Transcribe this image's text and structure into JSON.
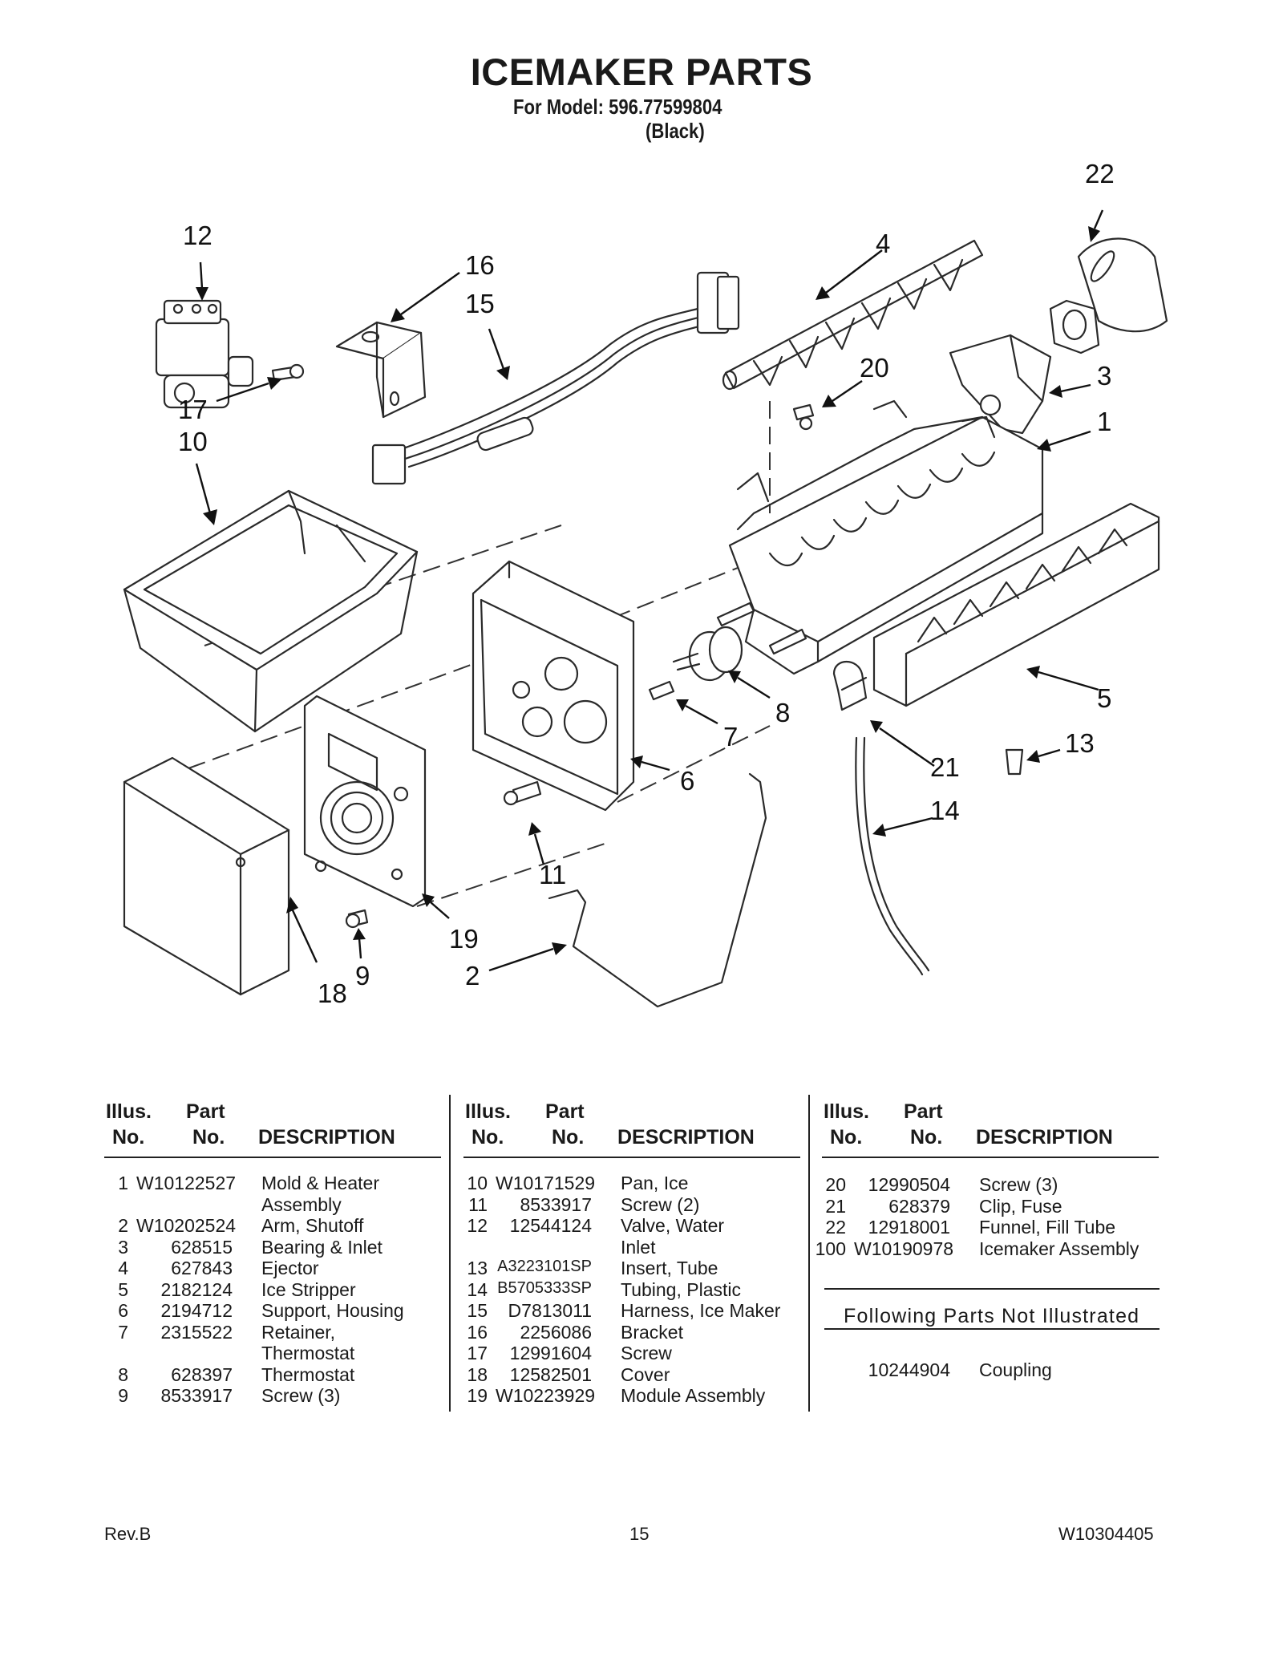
{
  "header": {
    "title": "ICEMAKER PARTS",
    "model": "For Model: 596.77599804",
    "color": "(Black)"
  },
  "callouts": [
    "12",
    "16",
    "15",
    "17",
    "10",
    "4",
    "22",
    "20",
    "3",
    "1",
    "8",
    "7",
    "6",
    "5",
    "21",
    "13",
    "14",
    "11",
    "19",
    "2",
    "9",
    "18"
  ],
  "table_headers": {
    "illus": "Illus.",
    "no": "No.",
    "part": "Part",
    "part_no": "No.",
    "description": "DESCRIPTION"
  },
  "columns": [
    [
      {
        "no": "1",
        "part": "W10122527",
        "desc": "Mold & Heater"
      },
      {
        "no": "",
        "part": "",
        "desc": "Assembly"
      },
      {
        "no": "2",
        "part": "W10202524",
        "desc": "Arm, Shutoff"
      },
      {
        "no": "3",
        "part": "628515",
        "desc": "Bearing & Inlet"
      },
      {
        "no": "4",
        "part": "627843",
        "desc": "Ejector"
      },
      {
        "no": "5",
        "part": "2182124",
        "desc": "Ice Stripper"
      },
      {
        "no": "6",
        "part": "2194712",
        "desc": "Support, Housing"
      },
      {
        "no": "7",
        "part": "2315522",
        "desc": "Retainer,"
      },
      {
        "no": "",
        "part": "",
        "desc": "Thermostat"
      },
      {
        "no": "8",
        "part": "628397",
        "desc": "Thermostat"
      },
      {
        "no": "9",
        "part": "8533917",
        "desc": "Screw (3)"
      }
    ],
    [
      {
        "no": "10",
        "part": "W10171529",
        "desc": "Pan, Ice"
      },
      {
        "no": "11",
        "part": "8533917",
        "desc": "Screw (2)"
      },
      {
        "no": "12",
        "part": "12544124",
        "desc": "Valve, Water"
      },
      {
        "no": "",
        "part": "",
        "desc": "Inlet"
      },
      {
        "no": "13",
        "part": "A3223101SP",
        "desc": "Insert, Tube"
      },
      {
        "no": "14",
        "part": "B5705333SP",
        "desc": "Tubing, Plastic"
      },
      {
        "no": "15",
        "part": "D7813011",
        "desc": "Harness, Ice Maker"
      },
      {
        "no": "16",
        "part": "2256086",
        "desc": "Bracket"
      },
      {
        "no": "17",
        "part": "12991604",
        "desc": "Screw"
      },
      {
        "no": "18",
        "part": "12582501",
        "desc": "Cover"
      },
      {
        "no": "19",
        "part": "W10223929",
        "desc": "Module Assembly"
      }
    ],
    [
      {
        "no": "20",
        "part": "12990504",
        "desc": "Screw (3)"
      },
      {
        "no": "21",
        "part": "628379",
        "desc": "Clip, Fuse"
      },
      {
        "no": "22",
        "part": "12918001",
        "desc": "Funnel, Fill Tube"
      },
      {
        "no": "100",
        "part": "W10190978",
        "desc": "Icemaker Assembly"
      }
    ]
  ],
  "not_illustrated": {
    "heading": "Following Parts Not Illustrated",
    "items": [
      {
        "part": "10244904",
        "desc": "Coupling"
      }
    ]
  },
  "footer": {
    "rev": "Rev.B",
    "page": "15",
    "doc_no": "W10304405"
  }
}
